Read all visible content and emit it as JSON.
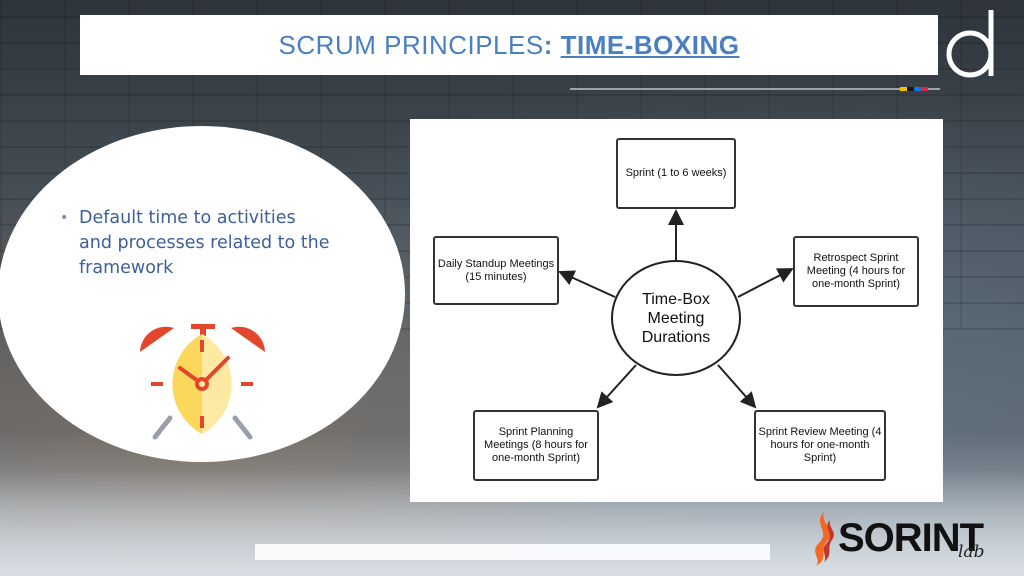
{
  "title": {
    "prefix": "SCRUM PRINCIPLES",
    "colon": ":",
    "link": "TIME-BOXING"
  },
  "bullets": [
    "Default time to activities and processes related to the framework"
  ],
  "diagram": {
    "center_label": "Time-Box Meeting Durations",
    "boxes": {
      "sprint": "Sprint (1 to 6 weeks)",
      "daily_standup": "Daily Standup Meetings (15 minutes)",
      "retrospect": "Retrospect Sprint Meeting (4 hours for one-month Sprint)",
      "sprint_planning": "Sprint Planning Meetings (8 hours for one-month Sprint)",
      "sprint_review": "Sprint Review Meeting (4 hours for one-month Sprint)"
    }
  },
  "logos": {
    "sorint_brand": "SORINT",
    "sorint_suffix": "lab",
    "d_logo_icon": "d-letter-icon",
    "alarm_clock_icon": "alarm-clock-icon"
  },
  "colors": {
    "title_blue": "#4a7fc1",
    "bullet_blue": "#3d5f9a",
    "clock_yellow": "#fbd85c",
    "clock_red": "#e2462c",
    "sorint_orange": "#f26a21"
  }
}
